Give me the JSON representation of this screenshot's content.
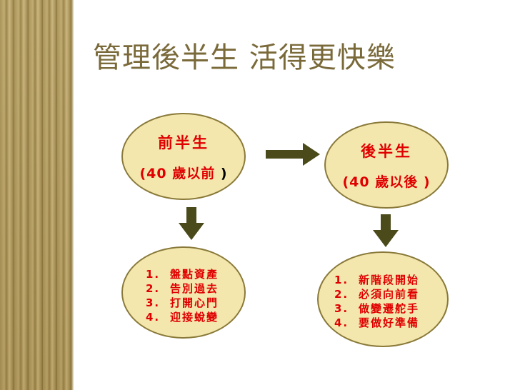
{
  "title": "管理後半生 活得更快樂",
  "stages": [
    {
      "label": "前半生",
      "age_open": "(40 ",
      "age_text": "歲以前 ",
      "age_close": ")",
      "items": [
        {
          "num": "1.",
          "text": "盤點資產"
        },
        {
          "num": "2.",
          "text": "告別過去"
        },
        {
          "num": "3.",
          "text": "打開心門"
        },
        {
          "num": "4.",
          "text": "迎接蛻變"
        }
      ]
    },
    {
      "label": "後半生",
      "age_open": "(40 ",
      "age_text": "歲以後 ",
      "age_close": ")",
      "items": [
        {
          "num": "1.",
          "text": "新階段開始"
        },
        {
          "num": "2.",
          "text": "必須向前看"
        },
        {
          "num": "3.",
          "text": "做變遷舵手"
        },
        {
          "num": "4.",
          "text": "要做好準備"
        }
      ]
    }
  ],
  "colors": {
    "title": "#7a6a3a",
    "circle_fill": "#f3e7ae",
    "circle_border": "#8a7a3a",
    "text_red": "#e00000",
    "arrow": "#4a4a1a"
  }
}
